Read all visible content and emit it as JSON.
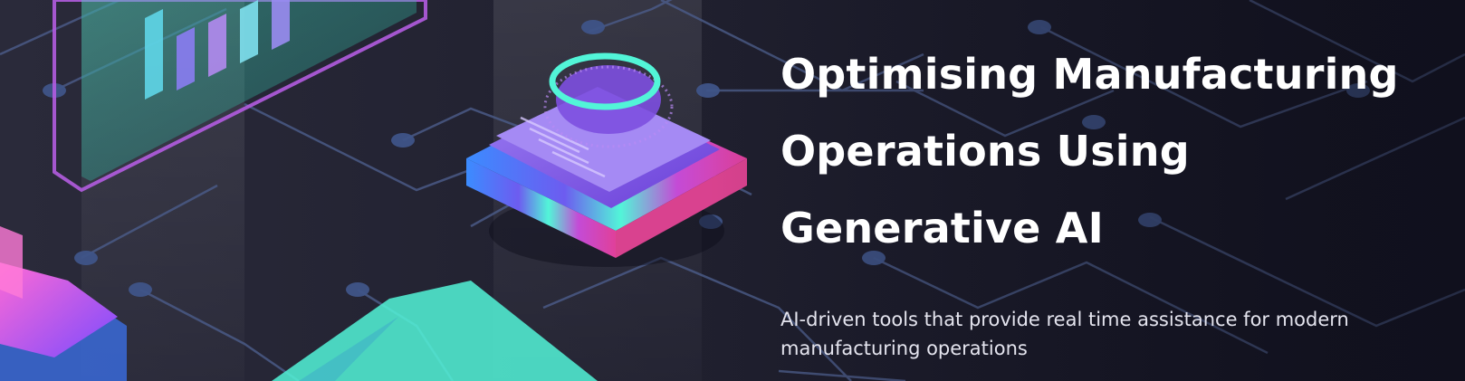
{
  "hero": {
    "title_lines": [
      "Optimising Manufacturing",
      "Operations Using",
      "Generative AI"
    ],
    "subtitle": "AI-driven tools that provide real time assistance for modern manufacturing operations"
  },
  "colors": {
    "background": "#1b1b29",
    "circuit_line": "#4a5a86",
    "accent_cyan": "#52f5d8",
    "accent_purple": "#8b5cf6",
    "accent_magenta": "#e0409a"
  }
}
